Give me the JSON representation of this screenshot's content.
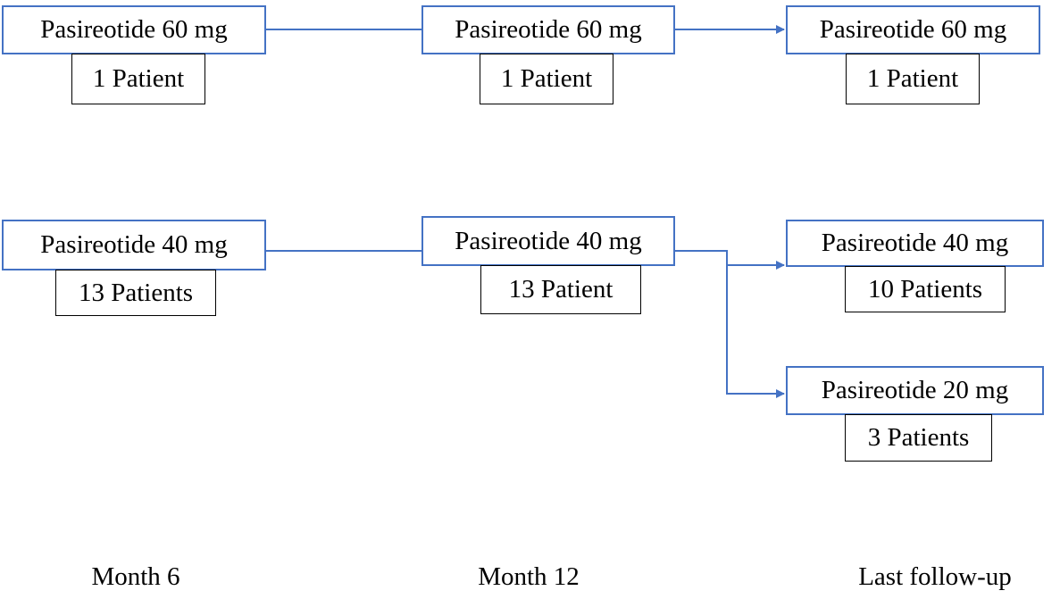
{
  "flowchart": {
    "row1": {
      "m6": {
        "dose": "Pasireotide 60 mg",
        "count": "1 Patient"
      },
      "m12": {
        "dose": "Pasireotide 60 mg",
        "count": "1 Patient"
      },
      "last": {
        "dose": "Pasireotide 60 mg",
        "count": "1 Patient"
      }
    },
    "row2": {
      "m6": {
        "dose": "Pasireotide 40 mg",
        "count": "13 Patients"
      },
      "m12": {
        "dose": "Pasireotide 40 mg",
        "count": "13 Patient"
      },
      "last_a": {
        "dose": "Pasireotide 40 mg",
        "count": "10 Patients"
      },
      "last_b": {
        "dose": "Pasireotide 20 mg",
        "count": "3 Patients"
      }
    }
  },
  "timepoints": {
    "m6": "Month 6",
    "m12": "Month 12",
    "last": "Last follow-up"
  },
  "colors": {
    "connector": "#4472c4",
    "dose_border": "#4472c4",
    "count_border": "#000000"
  }
}
